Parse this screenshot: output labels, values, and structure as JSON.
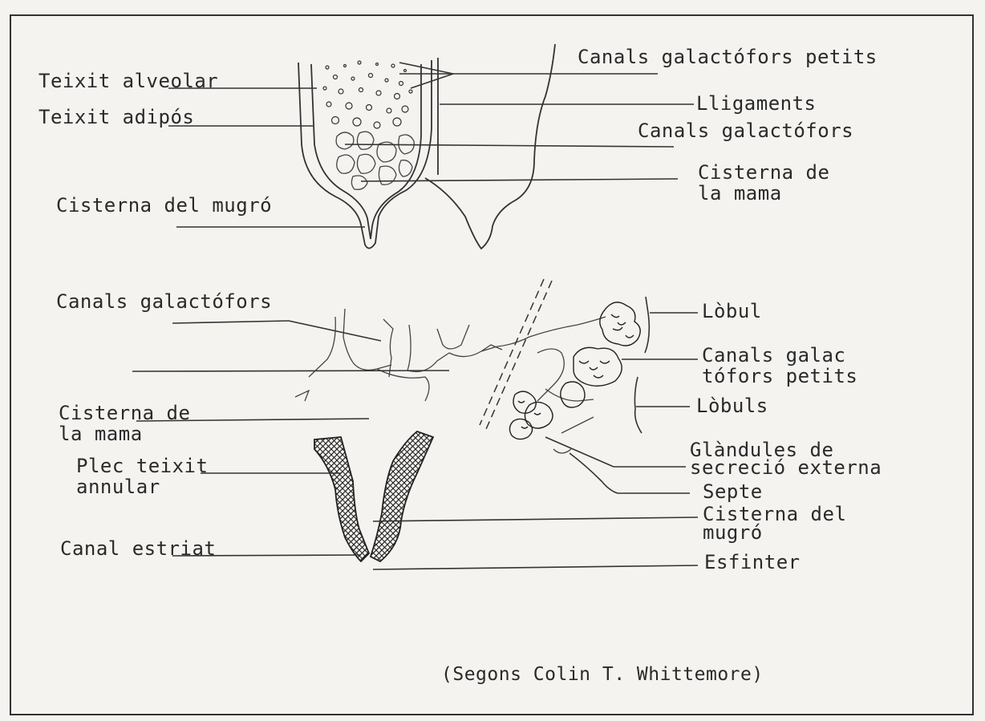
{
  "labels": {
    "canals_galactofors_petits_top": "Canals galactófors petits",
    "teixit_alveolar": "Teixit alveolar",
    "lligaments": "Lligaments",
    "teixit_adipos": "Teixit adipós",
    "canals_galactofors_top": "Canals galactófors",
    "cisterna_de_la_mama_top": "Cisterna de\nla mama",
    "cisterna_del_mugro_top": "Cisterna del mugró",
    "canals_galactofors_bottom": "Canals galactófors",
    "lobul": "Lòbul",
    "canals_galac_tofors_petits": "Canals galac\ntófors petits",
    "lobuls": "Lòbuls",
    "cisterna_de_la_mama_bottom": "Cisterna de\nla mama",
    "glandules": "Glàndules de\nsecreció externa",
    "plec_teixit_annular": "Plec teixit\nannular",
    "septe": "Septe",
    "cisterna_del_mugro_bottom": "Cisterna del\nmugró",
    "canal_estriat": "Canal estriat",
    "esfinter": "Esfinter"
  },
  "source": "(Segons Colin T. Whittemore)",
  "colors": {
    "ink": "#2a2a2a",
    "paper": "#f4f3f0"
  }
}
